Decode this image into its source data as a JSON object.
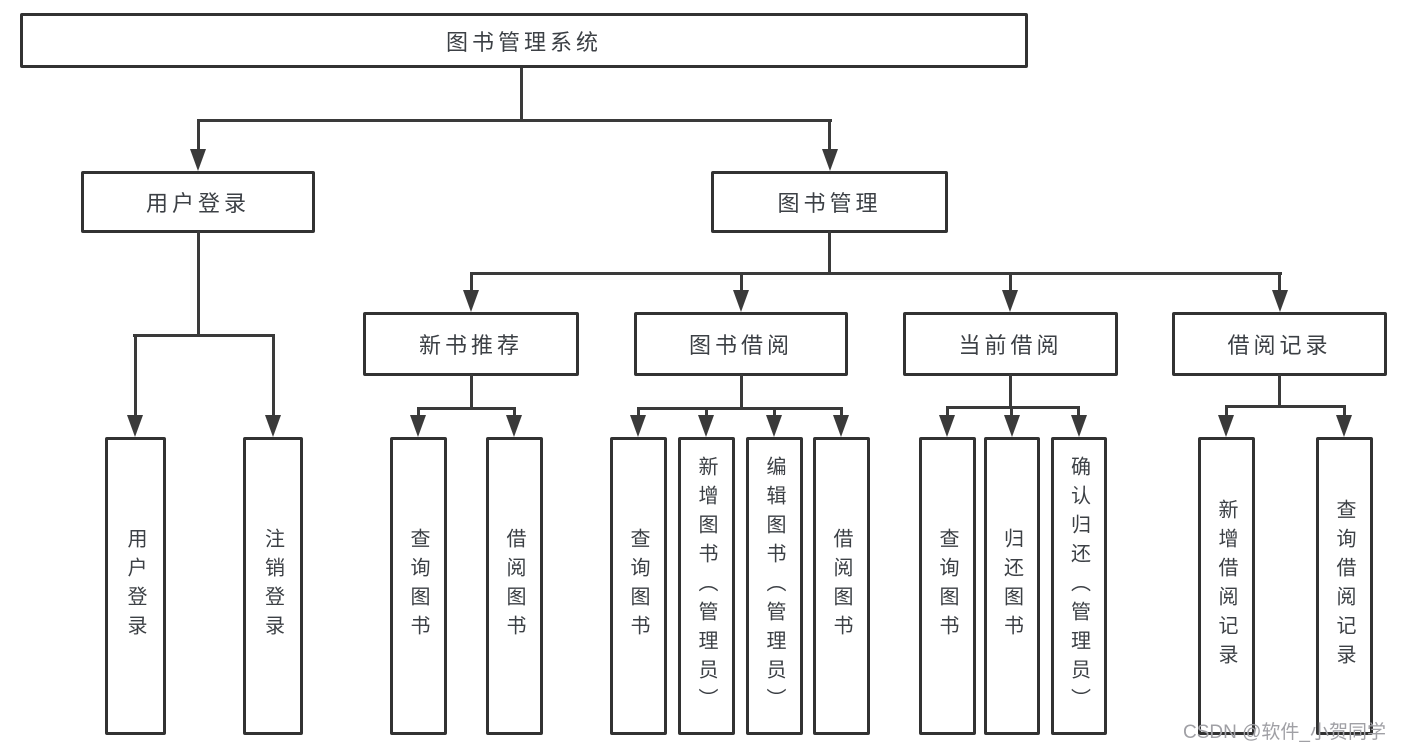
{
  "tree": {
    "label": "图书管理系统",
    "children": [
      {
        "label": "用户登录",
        "children": [
          {
            "label": "用户登录"
          },
          {
            "label": "注销登录"
          }
        ]
      },
      {
        "label": "图书管理",
        "children": [
          {
            "label": "新书推荐",
            "children": [
              {
                "label": "查询图书"
              },
              {
                "label": "借阅图书"
              }
            ]
          },
          {
            "label": "图书借阅",
            "children": [
              {
                "label": "查询图书"
              },
              {
                "label": "新增图书（管理员）"
              },
              {
                "label": "编辑图书（管理员）"
              },
              {
                "label": "借阅图书"
              }
            ]
          },
          {
            "label": "当前借阅",
            "children": [
              {
                "label": "查询图书"
              },
              {
                "label": "归还图书"
              },
              {
                "label": "确认归还（管理员）"
              }
            ]
          },
          {
            "label": "借阅记录",
            "children": [
              {
                "label": "新增借阅记录"
              },
              {
                "label": "查询借阅记录"
              }
            ]
          }
        ]
      }
    ]
  },
  "watermark": {
    "text": "CSDN @软件_小贺同学"
  },
  "colors": {
    "line": "#3a3a3a",
    "box_border": "#323232",
    "text": "#3c4045",
    "watermark": "#a0a0a5",
    "background": "#ffffff"
  }
}
